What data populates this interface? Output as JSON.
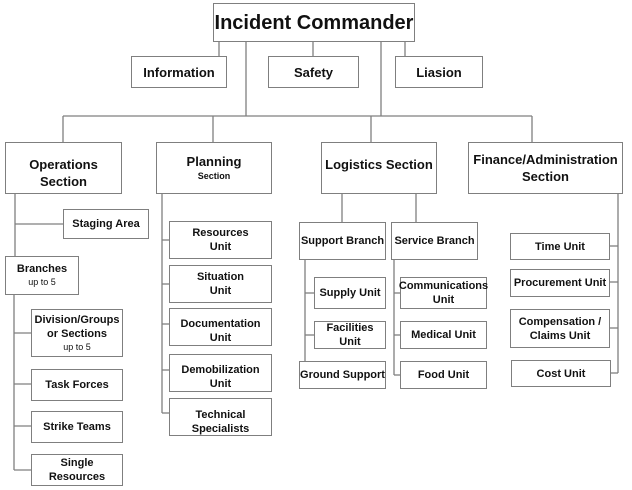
{
  "title": "Incident Commander",
  "command_staff": [
    "Information",
    "Safety",
    "Liasion"
  ],
  "sections": {
    "operations": {
      "label": "Operations Section",
      "staging": "Staging Area",
      "branches": {
        "label": "Branches",
        "sub": "up to 5"
      },
      "divisions": {
        "line1": "Division/Groups",
        "line2": "or Sections",
        "sub": "up to 5"
      },
      "units": [
        "Task Forces",
        "Strike Teams",
        "Single Resources"
      ]
    },
    "planning": {
      "label": "Planning",
      "sub": "Section",
      "units": [
        {
          "line1": "Resources",
          "line2": "Unit"
        },
        {
          "line1": "Situation",
          "line2": "Unit"
        },
        {
          "line1": "Documentation Unit"
        },
        {
          "line1": "Demobilization Unit"
        },
        {
          "line1": "Technical Specialists"
        }
      ]
    },
    "logistics": {
      "label": "Logistics Section",
      "support_branch": {
        "label": "Support Branch",
        "units": [
          "Supply Unit",
          "Facilities Unit",
          "Ground Support"
        ]
      },
      "service_branch": {
        "label": "Service Branch",
        "units": [
          {
            "line1": "Communications",
            "line2": "Unit"
          },
          {
            "line1": "Medical Unit"
          },
          {
            "line1": "Food Unit"
          }
        ]
      }
    },
    "finance": {
      "label_line1": "Finance/Administration",
      "label_line2": "Section",
      "units": [
        {
          "line1": "Time Unit"
        },
        {
          "line1": "Procurement Unit"
        },
        {
          "line1": "Compensation /",
          "line2": "Claims Unit"
        },
        {
          "line1": "Cost Unit"
        }
      ]
    }
  }
}
